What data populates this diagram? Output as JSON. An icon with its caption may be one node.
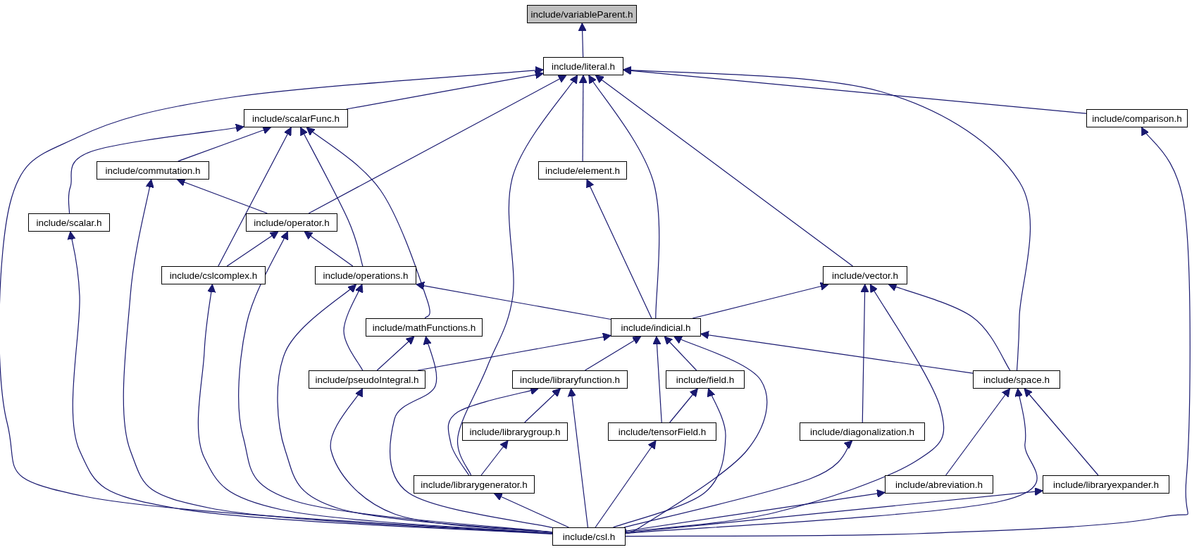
{
  "diagram": {
    "nodes": [
      {
        "text": [
          "include/variableParent.h"
        ]
      },
      {
        "text": [
          "include/literal.h"
        ]
      },
      {
        "text": [
          "include/scalarFunc.h"
        ]
      },
      {
        "text": [
          "include/comparison.h"
        ]
      },
      {
        "text": [
          "include/commutation.h"
        ]
      },
      {
        "text": [
          "include/element.h"
        ]
      },
      {
        "text": [
          "include/scalar.h"
        ]
      },
      {
        "text": [
          "include/operator.h"
        ]
      },
      {
        "text": [
          "include/cslcomplex.h"
        ]
      },
      {
        "text": [
          "include/operations.h"
        ]
      },
      {
        "text": [
          "include/vector.h"
        ]
      },
      {
        "text": [
          "include/mathFunctions.h"
        ]
      },
      {
        "text": [
          "include/indicial.h"
        ]
      },
      {
        "text": [
          "include/pseudoIntegral.h"
        ]
      },
      {
        "text": [
          "include/libraryfunction.h"
        ]
      },
      {
        "text": [
          "include/field.h"
        ]
      },
      {
        "text": [
          "include/space.h"
        ]
      },
      {
        "text": [
          "include/librarygroup.h"
        ]
      },
      {
        "text": [
          "include/tensorField.h"
        ]
      },
      {
        "text": [
          "include/diagonalization.h"
        ]
      },
      {
        "text": [
          "include/librarygenerator.h"
        ]
      },
      {
        "text": [
          "include/abreviation.h"
        ]
      },
      {
        "text": [
          "include/libraryexpander.h"
        ]
      },
      {
        "text": [
          "include/csl.h"
        ]
      }
    ],
    "edges": [
      {
        "from": 1,
        "to": 0,
        "arrow": "to"
      },
      {
        "from": 2,
        "to": 1,
        "arrow": "to"
      },
      {
        "from": 23,
        "to": 1,
        "arrow": "to"
      },
      {
        "from": 7,
        "to": 1,
        "arrow": "to"
      },
      {
        "from": 20,
        "to": 1,
        "arrow": "to"
      },
      {
        "from": 5,
        "to": 1,
        "arrow": "to"
      },
      {
        "from": 12,
        "to": 1,
        "arrow": "to"
      },
      {
        "from": 10,
        "to": 1,
        "arrow": "to"
      },
      {
        "from": 16,
        "to": 1,
        "arrow": "to"
      },
      {
        "from": 3,
        "to": 1,
        "arrow": "to"
      },
      {
        "from": 6,
        "to": 2,
        "arrow": "to"
      },
      {
        "from": 4,
        "to": 2,
        "arrow": "to"
      },
      {
        "from": 8,
        "to": 2,
        "arrow": "to"
      },
      {
        "from": 9,
        "to": 2,
        "arrow": "to"
      },
      {
        "from": 11,
        "to": 2,
        "arrow": "to"
      },
      {
        "from": 23,
        "to": 3,
        "arrow": "to"
      },
      {
        "from": 7,
        "to": 4,
        "arrow": "to"
      },
      {
        "from": 23,
        "to": 4,
        "arrow": "to"
      },
      {
        "from": 12,
        "to": 5,
        "arrow": "to"
      },
      {
        "from": 23,
        "to": 6,
        "arrow": "to"
      },
      {
        "from": 8,
        "to": 7,
        "arrow": "to"
      },
      {
        "from": 9,
        "to": 7,
        "arrow": "to"
      },
      {
        "from": 23,
        "to": 7,
        "arrow": "to"
      },
      {
        "from": 23,
        "to": 8,
        "arrow": "to"
      },
      {
        "from": 12,
        "to": 9,
        "arrow": "to"
      },
      {
        "from": 13,
        "to": 9,
        "arrow": "to"
      },
      {
        "from": 23,
        "to": 9,
        "arrow": "to"
      },
      {
        "from": 12,
        "to": 10,
        "arrow": "to"
      },
      {
        "from": 19,
        "to": 10,
        "arrow": "to"
      },
      {
        "from": 23,
        "to": 10,
        "arrow": "to"
      },
      {
        "from": 16,
        "to": 10,
        "arrow": "to"
      },
      {
        "from": 13,
        "to": 11,
        "arrow": "to"
      },
      {
        "from": 23,
        "to": 11,
        "arrow": "to"
      },
      {
        "from": 13,
        "to": 12,
        "arrow": "to"
      },
      {
        "from": 14,
        "to": 12,
        "arrow": "to"
      },
      {
        "from": 15,
        "to": 12,
        "arrow": "to"
      },
      {
        "from": 18,
        "to": 12,
        "arrow": "to"
      },
      {
        "from": 16,
        "to": 12,
        "arrow": "to"
      },
      {
        "from": 23,
        "to": 12,
        "arrow": "to"
      },
      {
        "from": 23,
        "to": 13,
        "arrow": "to"
      },
      {
        "from": 17,
        "to": 14,
        "arrow": "to"
      },
      {
        "from": 20,
        "to": 14,
        "arrow": "to"
      },
      {
        "from": 23,
        "to": 14,
        "arrow": "to"
      },
      {
        "from": 18,
        "to": 15,
        "arrow": "to"
      },
      {
        "from": 23,
        "to": 15,
        "arrow": "to"
      },
      {
        "from": 21,
        "to": 16,
        "arrow": "to"
      },
      {
        "from": 22,
        "to": 16,
        "arrow": "to"
      },
      {
        "from": 23,
        "to": 16,
        "arrow": "to"
      },
      {
        "from": 20,
        "to": 17,
        "arrow": "to"
      },
      {
        "from": 23,
        "to": 18,
        "arrow": "to"
      },
      {
        "from": 23,
        "to": 19,
        "arrow": "to"
      },
      {
        "from": 23,
        "to": 20,
        "arrow": "to"
      },
      {
        "from": 23,
        "to": 21,
        "arrow": "to"
      },
      {
        "from": 23,
        "to": 22,
        "arrow": "to"
      }
    ]
  }
}
